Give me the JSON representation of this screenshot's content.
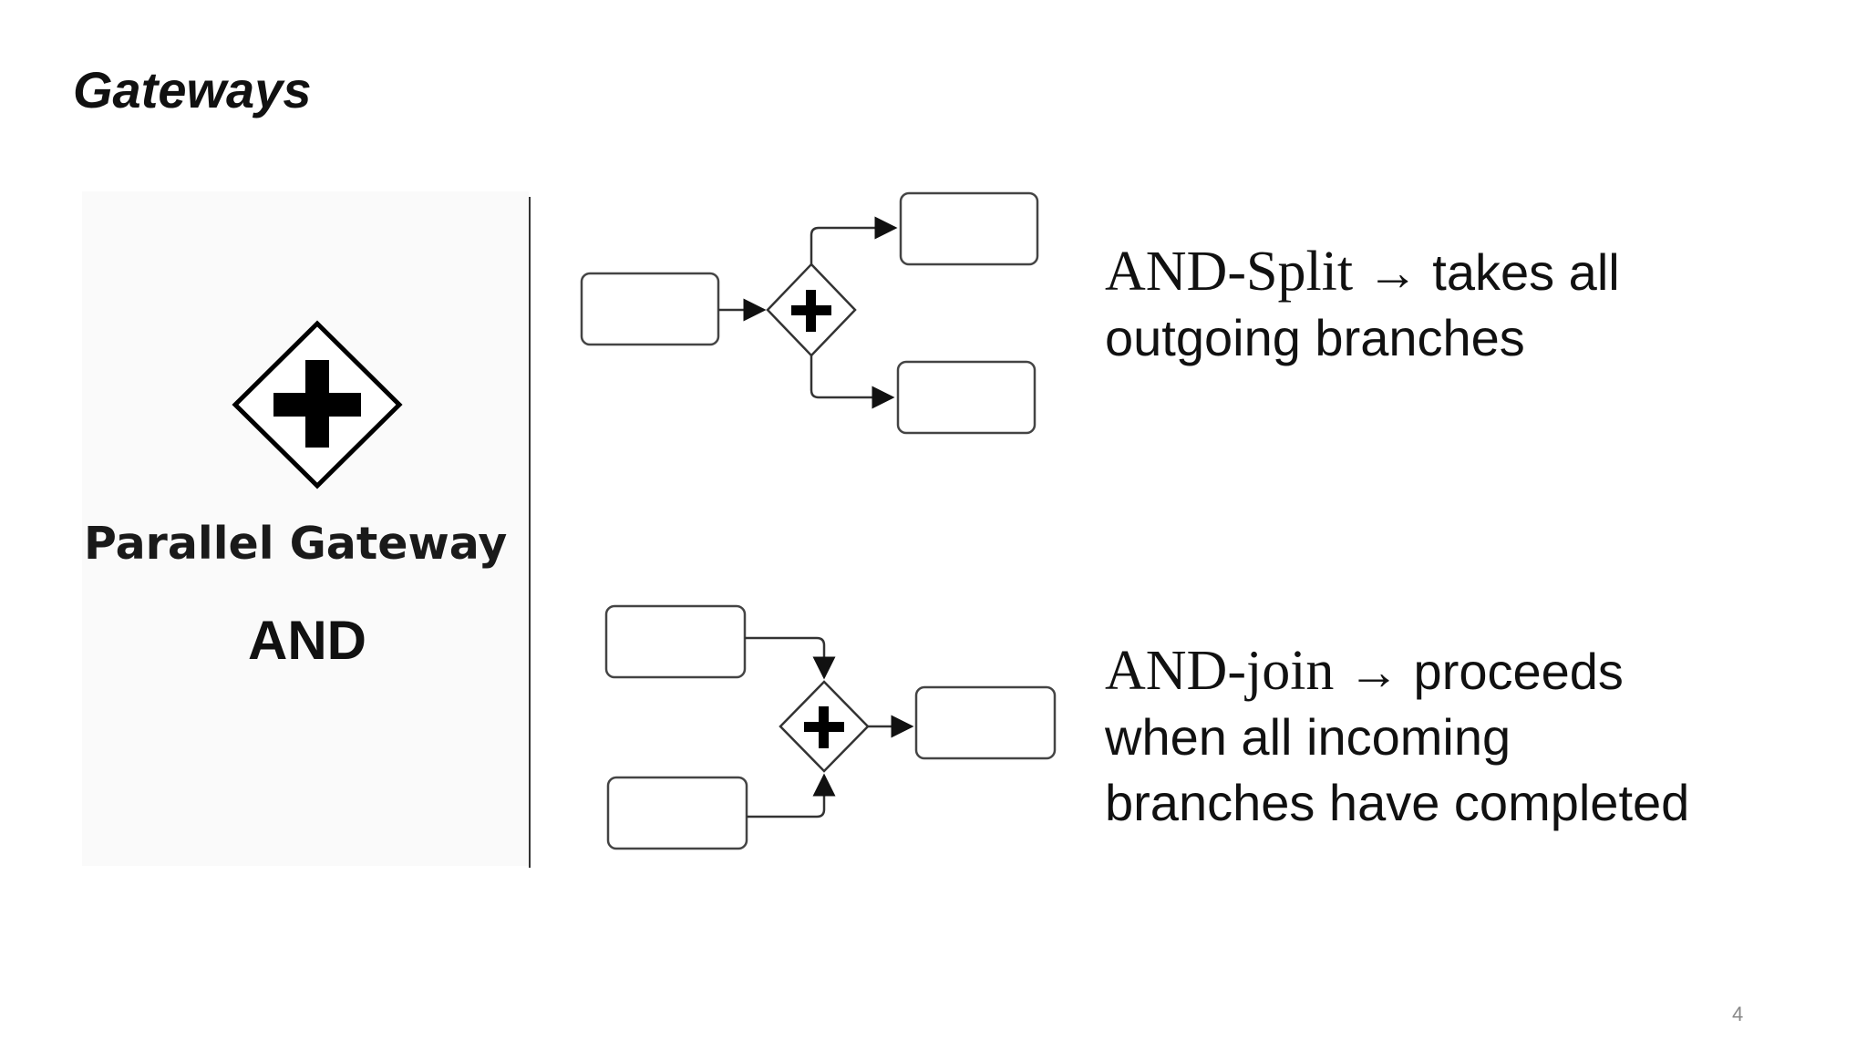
{
  "slide": {
    "title": "Gateways",
    "page_number": "4"
  },
  "gateway": {
    "icon": "parallel-gateway-icon",
    "name": "Parallel Gateway",
    "type": "AND"
  },
  "split": {
    "term": "AND-Split",
    "arrow": "→",
    "line1_rest": " takes all",
    "line2": "outgoing branches"
  },
  "join": {
    "term": "AND-join",
    "arrow": "→",
    "line1_rest": " proceeds",
    "line2": "when all incoming",
    "line3": "branches have completed"
  },
  "colors": {
    "text": "#111111",
    "stroke": "#333333",
    "page_number": "#888888"
  }
}
